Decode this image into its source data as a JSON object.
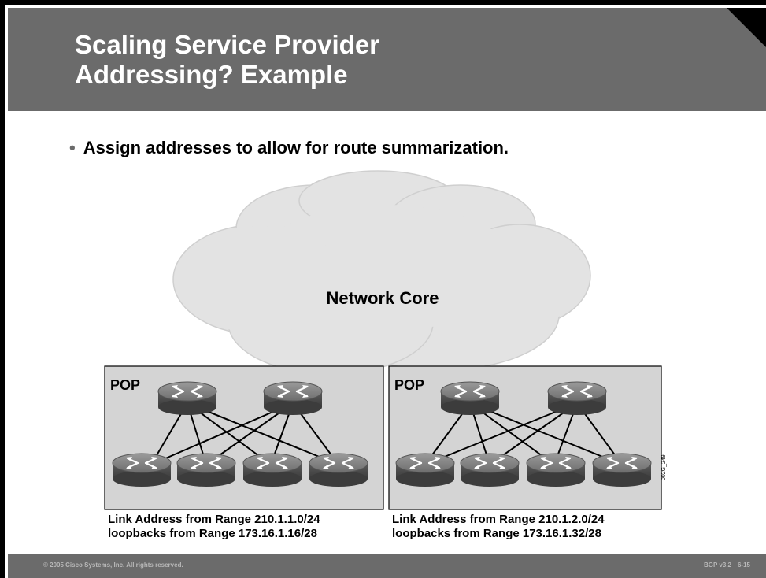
{
  "slide": {
    "title_line1": "Scaling Service Provider",
    "title_line2": "Addressing? Example",
    "bullet": "Assign addresses to allow for route summarization."
  },
  "diagram": {
    "core_label": "Network Core",
    "pops": [
      {
        "label": "POP",
        "link_range": "Link Address from Range 210.1.1.0/24",
        "loopback_range": "loopbacks from Range 173.16.1.16/28"
      },
      {
        "label": "POP",
        "link_range": "Link Address from Range 210.1.2.0/24",
        "loopback_range": "loopbacks from Range 173.16.1.32/28"
      }
    ],
    "image_id": "002G_249"
  },
  "footer": {
    "copyright": "© 2005 Cisco Systems, Inc. All rights reserved.",
    "course": "BGP v3.2—6-15"
  }
}
